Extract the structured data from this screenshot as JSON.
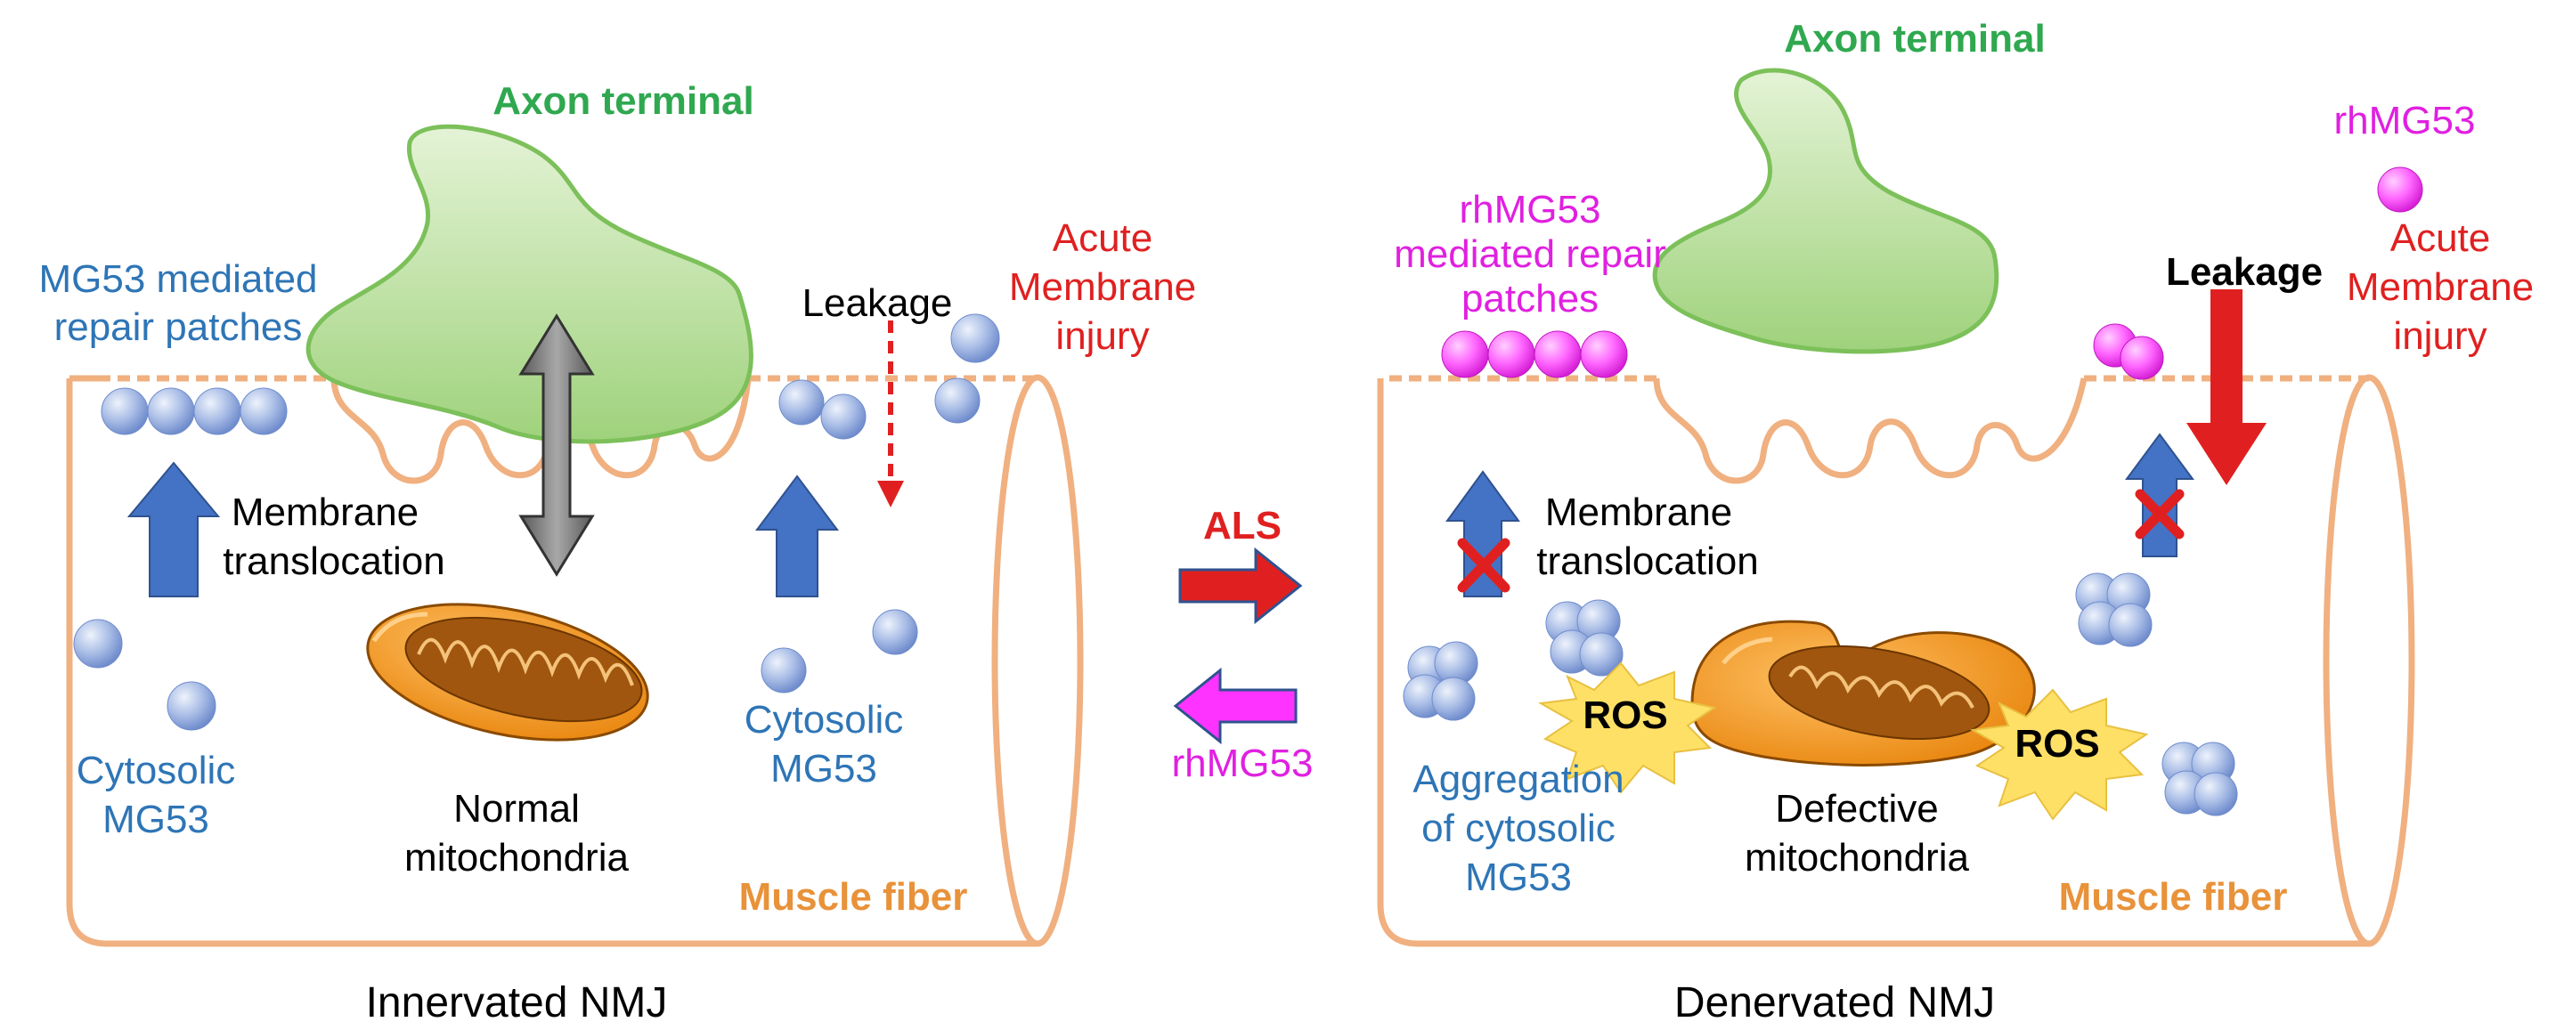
{
  "colors": {
    "fiber": "#f0b080",
    "fiber_label": "#e8923a",
    "axon_fill": "#b8dd96",
    "axon_stroke": "#7cc05a",
    "axon_label": "#2fa84f",
    "mg53_blue_label": "#2e75b6",
    "rh_magenta": "#e020e0",
    "injury_red": "#e02020",
    "arrow_blue": "#4472c4",
    "arrow_grey": "#808080",
    "ros_yellow": "#ffe066"
  },
  "left": {
    "axon_label": "Axon terminal",
    "repair_label_1": "MG53 mediated",
    "repair_label_2": "repair patches",
    "leakage_label": "Leakage",
    "injury_label_1": "Acute",
    "injury_label_2": "Membrane",
    "injury_label_3": "injury",
    "translocation_1": "Membrane",
    "translocation_2": "translocation",
    "cytosolic_left_1": "Cytosolic",
    "cytosolic_left_2": "MG53",
    "mito_label_1": "Normal",
    "mito_label_2": "mitochondria",
    "cytosolic_right_1": "Cytosolic",
    "cytosolic_right_2": "MG53",
    "fiber_label": "Muscle fiber",
    "caption": "Innervated NMJ"
  },
  "middle": {
    "als_label": "ALS",
    "rh_label": "rhMG53"
  },
  "right": {
    "axon_label": "Axon terminal",
    "rh_top_label": "rhMG53",
    "repair_label_1": "rhMG53",
    "repair_label_2": "mediated repair",
    "repair_label_3": "patches",
    "leakage_label": "Leakage",
    "injury_label_1": "Acute",
    "injury_label_2": "Membrane",
    "injury_label_3": "injury",
    "translocation_1": "Membrane",
    "translocation_2": "translocation",
    "ros_label": "ROS",
    "aggregation_1": "Aggregation",
    "aggregation_2": "of cytosolic",
    "aggregation_3": "MG53",
    "mito_label_1": "Defective",
    "mito_label_2": "mitochondria",
    "fiber_label": "Muscle fiber",
    "caption": "Denervated NMJ"
  }
}
